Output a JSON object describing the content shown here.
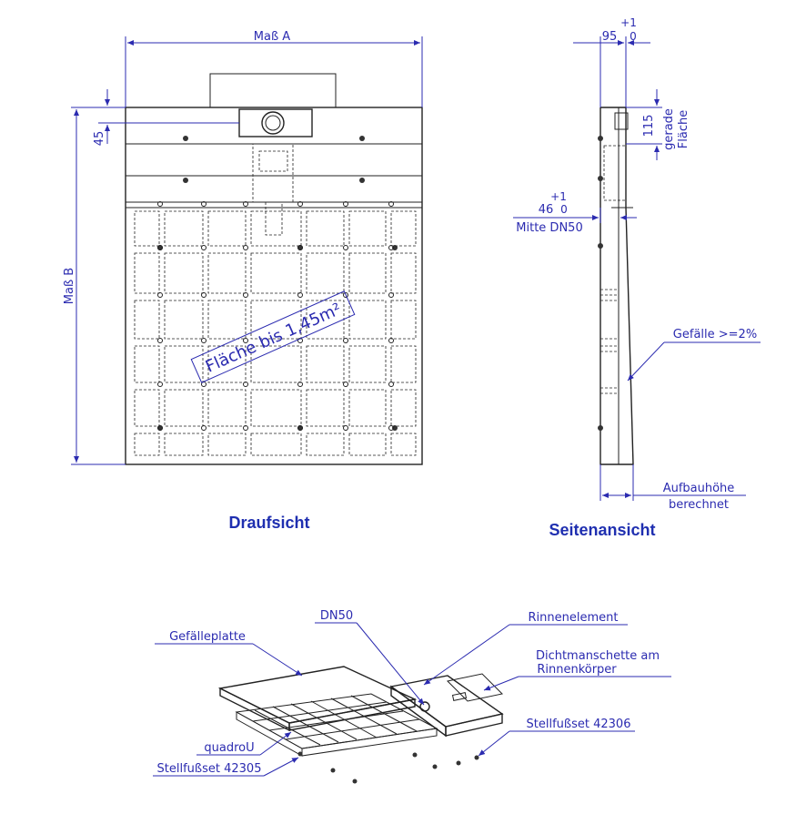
{
  "top_view": {
    "title": "Draufsicht",
    "dim_width_label": "Maß A",
    "dim_height_label": "Maß B",
    "dim_offset": "45",
    "area_label": "Fläche bis 1,45m²"
  },
  "side_view": {
    "title": "Seitenansicht",
    "dim_top_main": "95",
    "dim_top_tol_upper": "+1",
    "dim_top_tol_lower": "0",
    "dim_straight": "115",
    "straight_label_1": "gerade",
    "straight_label_2": "Fläche",
    "dim_mid_main": "46",
    "dim_mid_tol_upper": "+1",
    "dim_mid_tol_lower": "0",
    "mid_label": "Mitte DN50",
    "slope_label": "Gefälle >=2%",
    "height_label_1": "Aufbauhöhe",
    "height_label_2": "berechnet"
  },
  "exploded_view": {
    "label_slope_plate": "Gefälleplatte",
    "label_dn50": "DN50",
    "label_channel": "Rinnenelement",
    "label_seal_1": "Dichtmanschette am",
    "label_seal_2": "Rinnenkörper",
    "label_feet_right": "Stellfußset 42306",
    "label_quadro": "quadroU",
    "label_feet_left": "Stellfußset 42305"
  }
}
